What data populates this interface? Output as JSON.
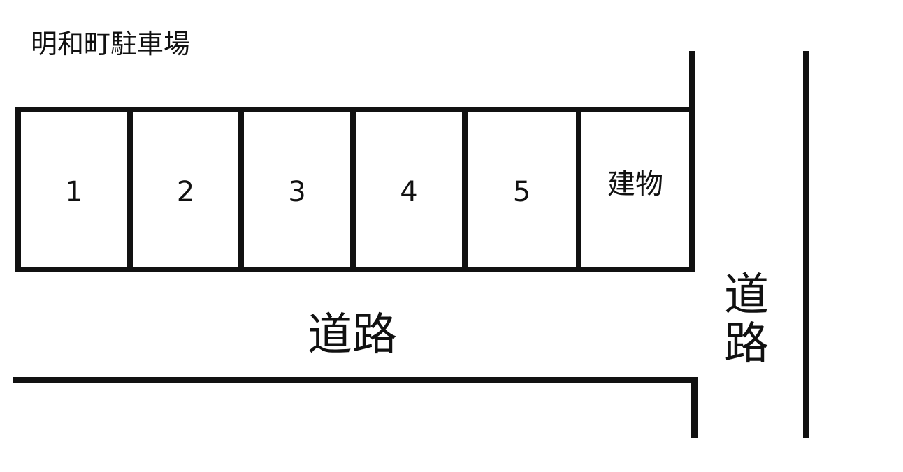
{
  "title": "明和町駐車場",
  "stalls": [
    {
      "label": "1"
    },
    {
      "label": "2"
    },
    {
      "label": "3"
    },
    {
      "label": "4"
    },
    {
      "label": "5"
    }
  ],
  "building": {
    "label": "建物"
  },
  "roads": {
    "horizontal_label": "道路",
    "vertical_label": "道路"
  }
}
